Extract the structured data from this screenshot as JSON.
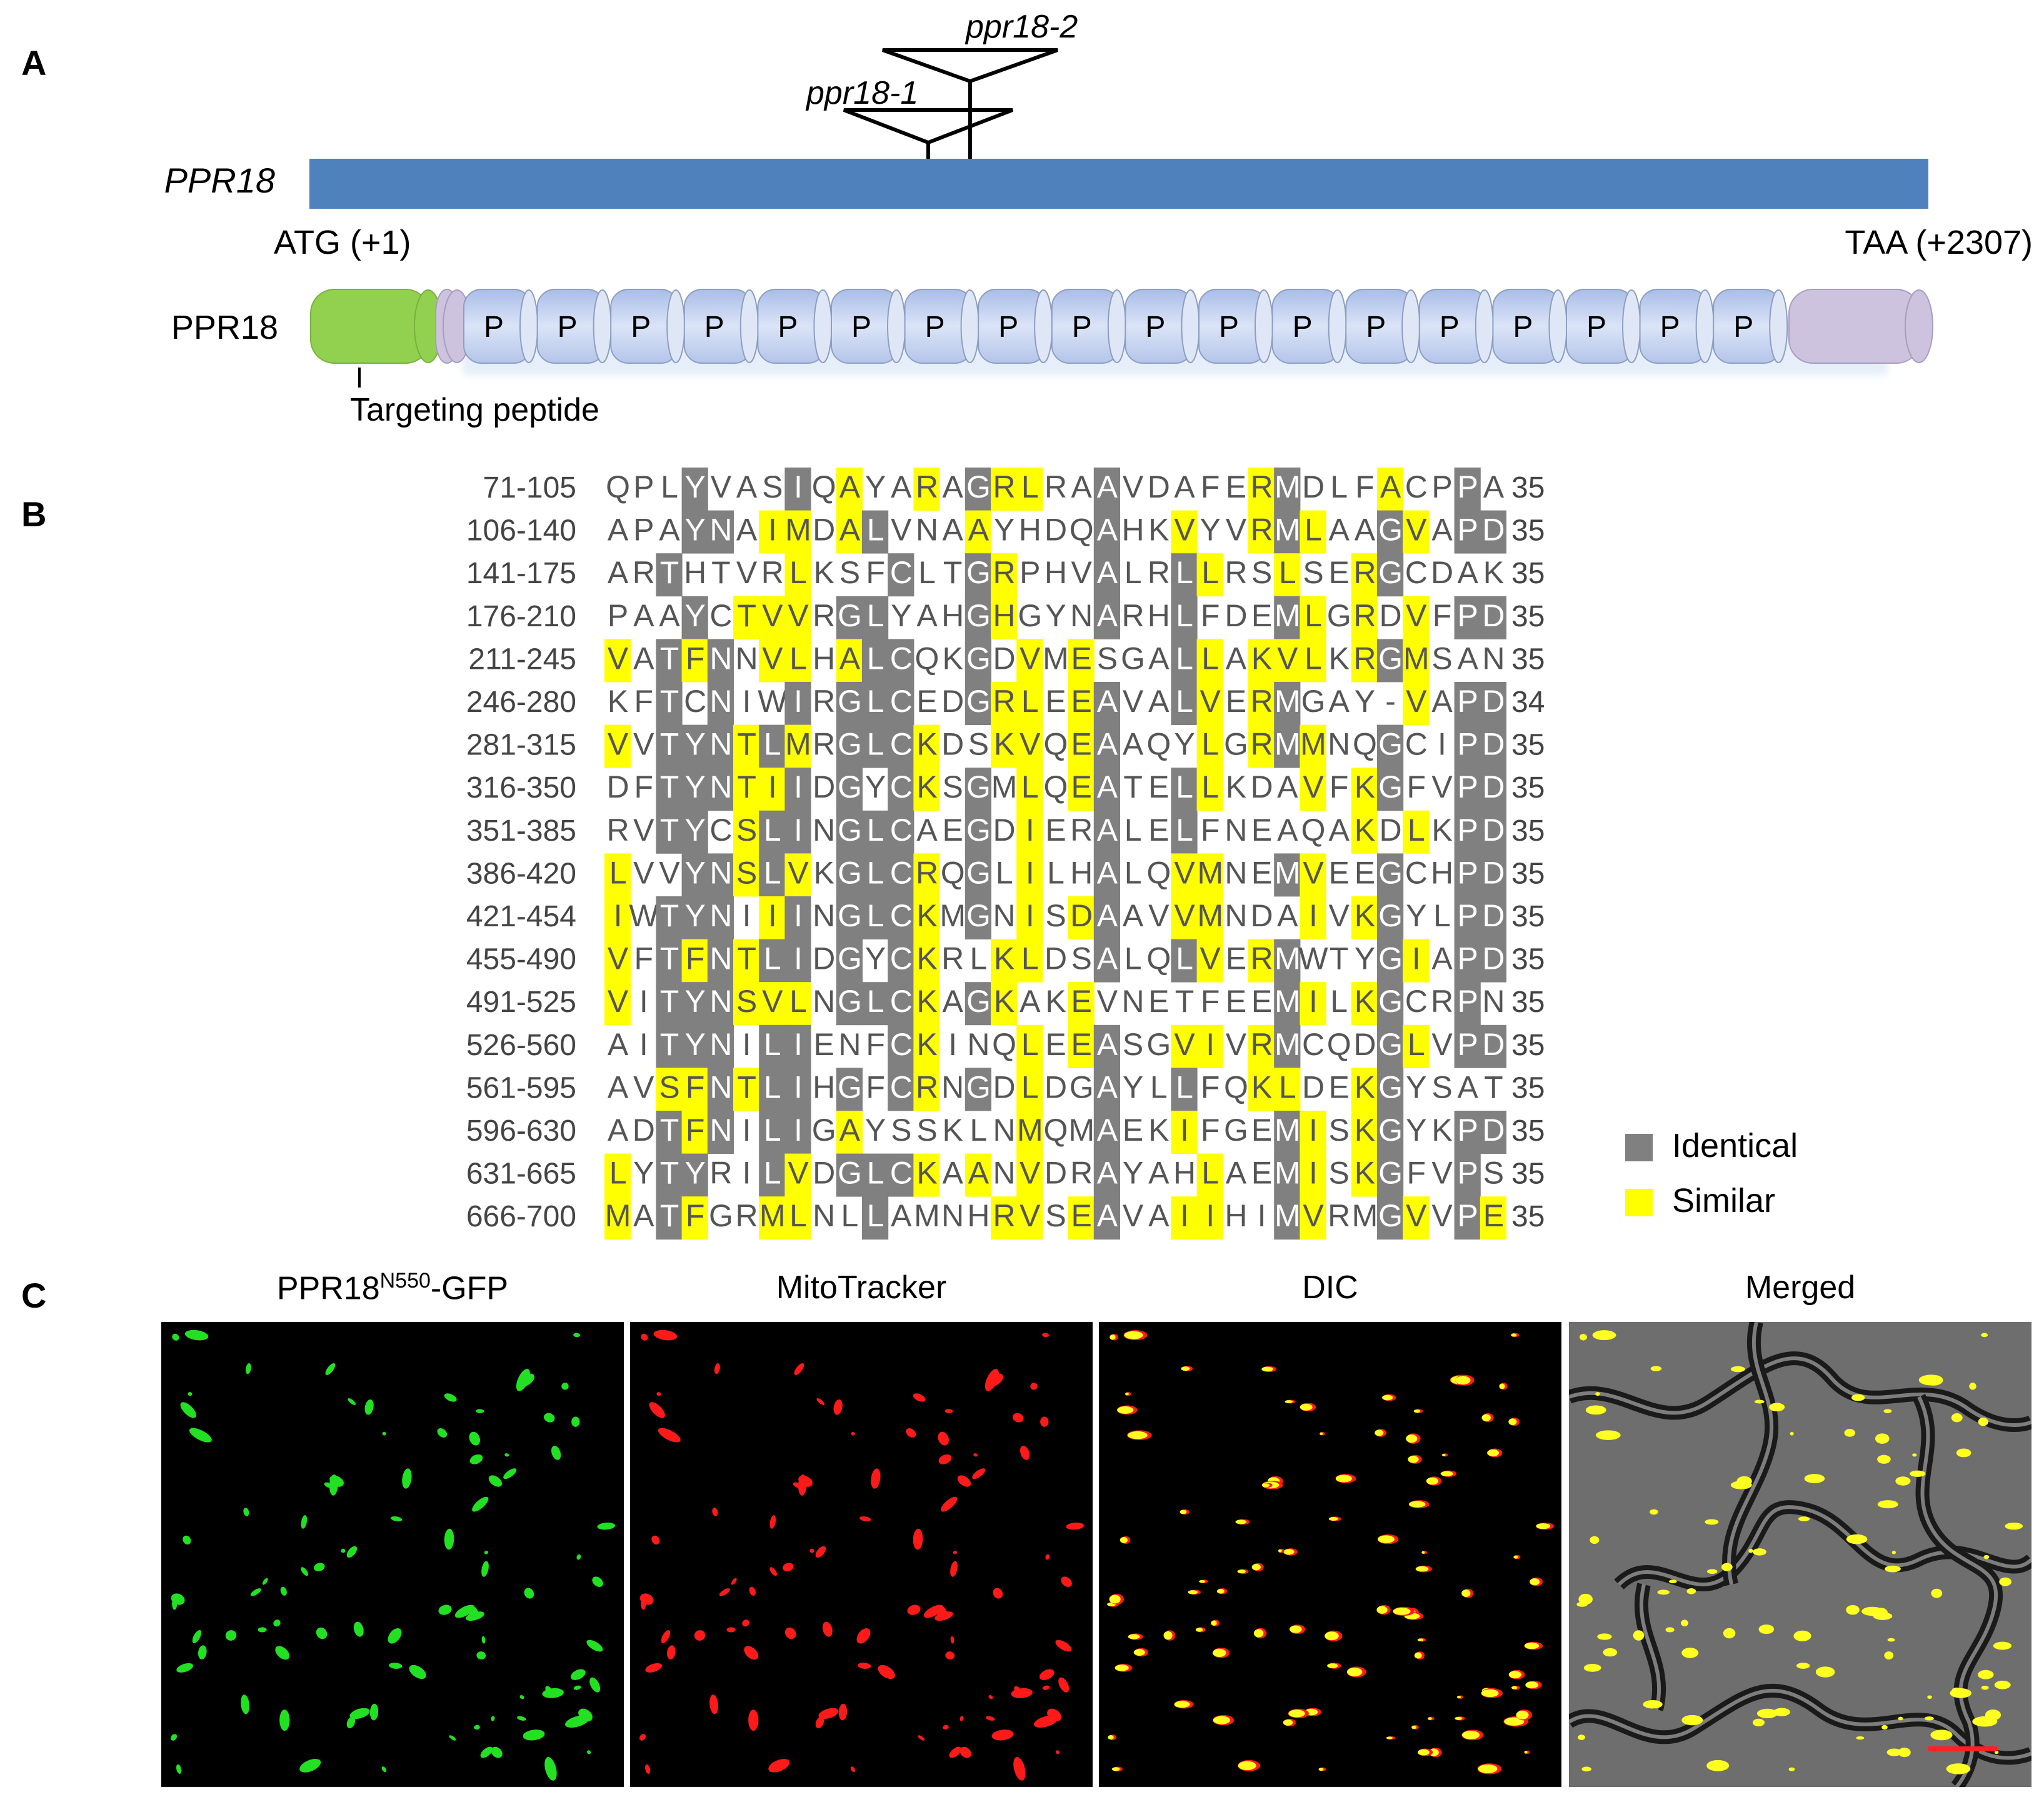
{
  "panel_labels": {
    "a": "A",
    "b": "B",
    "c": "C"
  },
  "gene": {
    "name": "PPR18",
    "start_label": "ATG (+1)",
    "end_label": "TAA (+2307)",
    "insertions": [
      "ppr18-1",
      "ppr18-2"
    ],
    "bar_color": "#4f81bd"
  },
  "protein": {
    "name": "PPR18",
    "motif_label": "P",
    "motif_count": 18,
    "targeting_label": "Targeting peptide",
    "colors": {
      "targeting": "#92d050",
      "motif": "#c5d3ef",
      "terminal": "#cdc3de"
    }
  },
  "alignment": {
    "rows": [
      {
        "range": "71-105",
        "seq": "QPLYVASIQAYARAGRLRAAVDAFERMDLFACPPA",
        "len": "35"
      },
      {
        "range": "106-140",
        "seq": "APAYNAIMDALVNAAYHDQAHKVYVRMLAAGVAPD",
        "len": "35"
      },
      {
        "range": "141-175",
        "seq": "ARTHTVRLKSFCLTGRPHVALRLLRSLSERGCDAK",
        "len": "35"
      },
      {
        "range": "176-210",
        "seq": "PAAYCTVVRGLYAHGHGYNARHLFDEMLGRDVFPD",
        "len": "35"
      },
      {
        "range": "211-245",
        "seq": "VATFNNVLHALCQKGDVMESGALLAKVLKRGMSAN",
        "len": "35"
      },
      {
        "range": "246-280",
        "seq": "KFTCNIWIRGLCEDGRLEEAVALVERMGAY-VAPD",
        "len": "34"
      },
      {
        "range": "281-315",
        "seq": "VVTYNTLMRGLCKDSKVQEAAQYLGRMMNQGCIPD",
        "len": "35"
      },
      {
        "range": "316-350",
        "seq": "DFTYNTIIDGYCKSGMLQEATELLKDAVFKGFVPD",
        "len": "35"
      },
      {
        "range": "351-385",
        "seq": "RVTYCSLINGLCAEGDIERALELFNEAQAKDLKPD",
        "len": "35"
      },
      {
        "range": "386-420",
        "seq": "LVVYNSLVKGLCRQGLILHALQVMNEMVEEGCHPD",
        "len": "35"
      },
      {
        "range": "421-454",
        "seq": "IWTYNIIINGLCKMGNISDAAVVMNDAIVKGYLPD",
        "len": "35"
      },
      {
        "range": "455-490",
        "seq": "VFTFNTLIDGYCKRLKLDSALQLVERMWTYGIAPD",
        "len": "35"
      },
      {
        "range": "491-525",
        "seq": "VITYNSVLNGLCKAGKAKEVNETFEEMILKGCRPN",
        "len": "35"
      },
      {
        "range": "526-560",
        "seq": "AITYNILIENFCKINQLEEASGVIVRMCQDGLVPD",
        "len": "35"
      },
      {
        "range": "561-595",
        "seq": "AVSFNTLIHGFCRNGDLDGAYLLFQKLDEKGYSAT",
        "len": "35"
      },
      {
        "range": "596-630",
        "seq": "ADTFNILIGAYSSKLNMQMAEKIFGEMISKGYKPD",
        "len": "35"
      },
      {
        "range": "631-665",
        "seq": "LYTYRILVDGLCKAANVDRAYAHLAEMISKGFVPS",
        "len": "35"
      },
      {
        "range": "666-700",
        "seq": "MATFGRMLNLLAMNHRVSEAVAIIHIMVRMGVVPE",
        "len": "35"
      }
    ],
    "legend": [
      {
        "label": "Identical",
        "color": "#808080"
      },
      {
        "label": "Similar",
        "color": "#ffff00"
      }
    ]
  },
  "micrographs": {
    "captions": [
      {
        "base": "PPR18",
        "sup": "N550",
        "suffix": "-GFP"
      },
      {
        "base": "MitoTracker",
        "sup": "",
        "suffix": ""
      },
      {
        "base": "DIC",
        "sup": "",
        "suffix": ""
      },
      {
        "base": "Merged",
        "sup": "",
        "suffix": ""
      }
    ],
    "channel_colors": {
      "gfp": "#22e022",
      "mito": "#ff1a1a",
      "merge": "#ffff20",
      "scale_bar": "#ff2020"
    }
  }
}
